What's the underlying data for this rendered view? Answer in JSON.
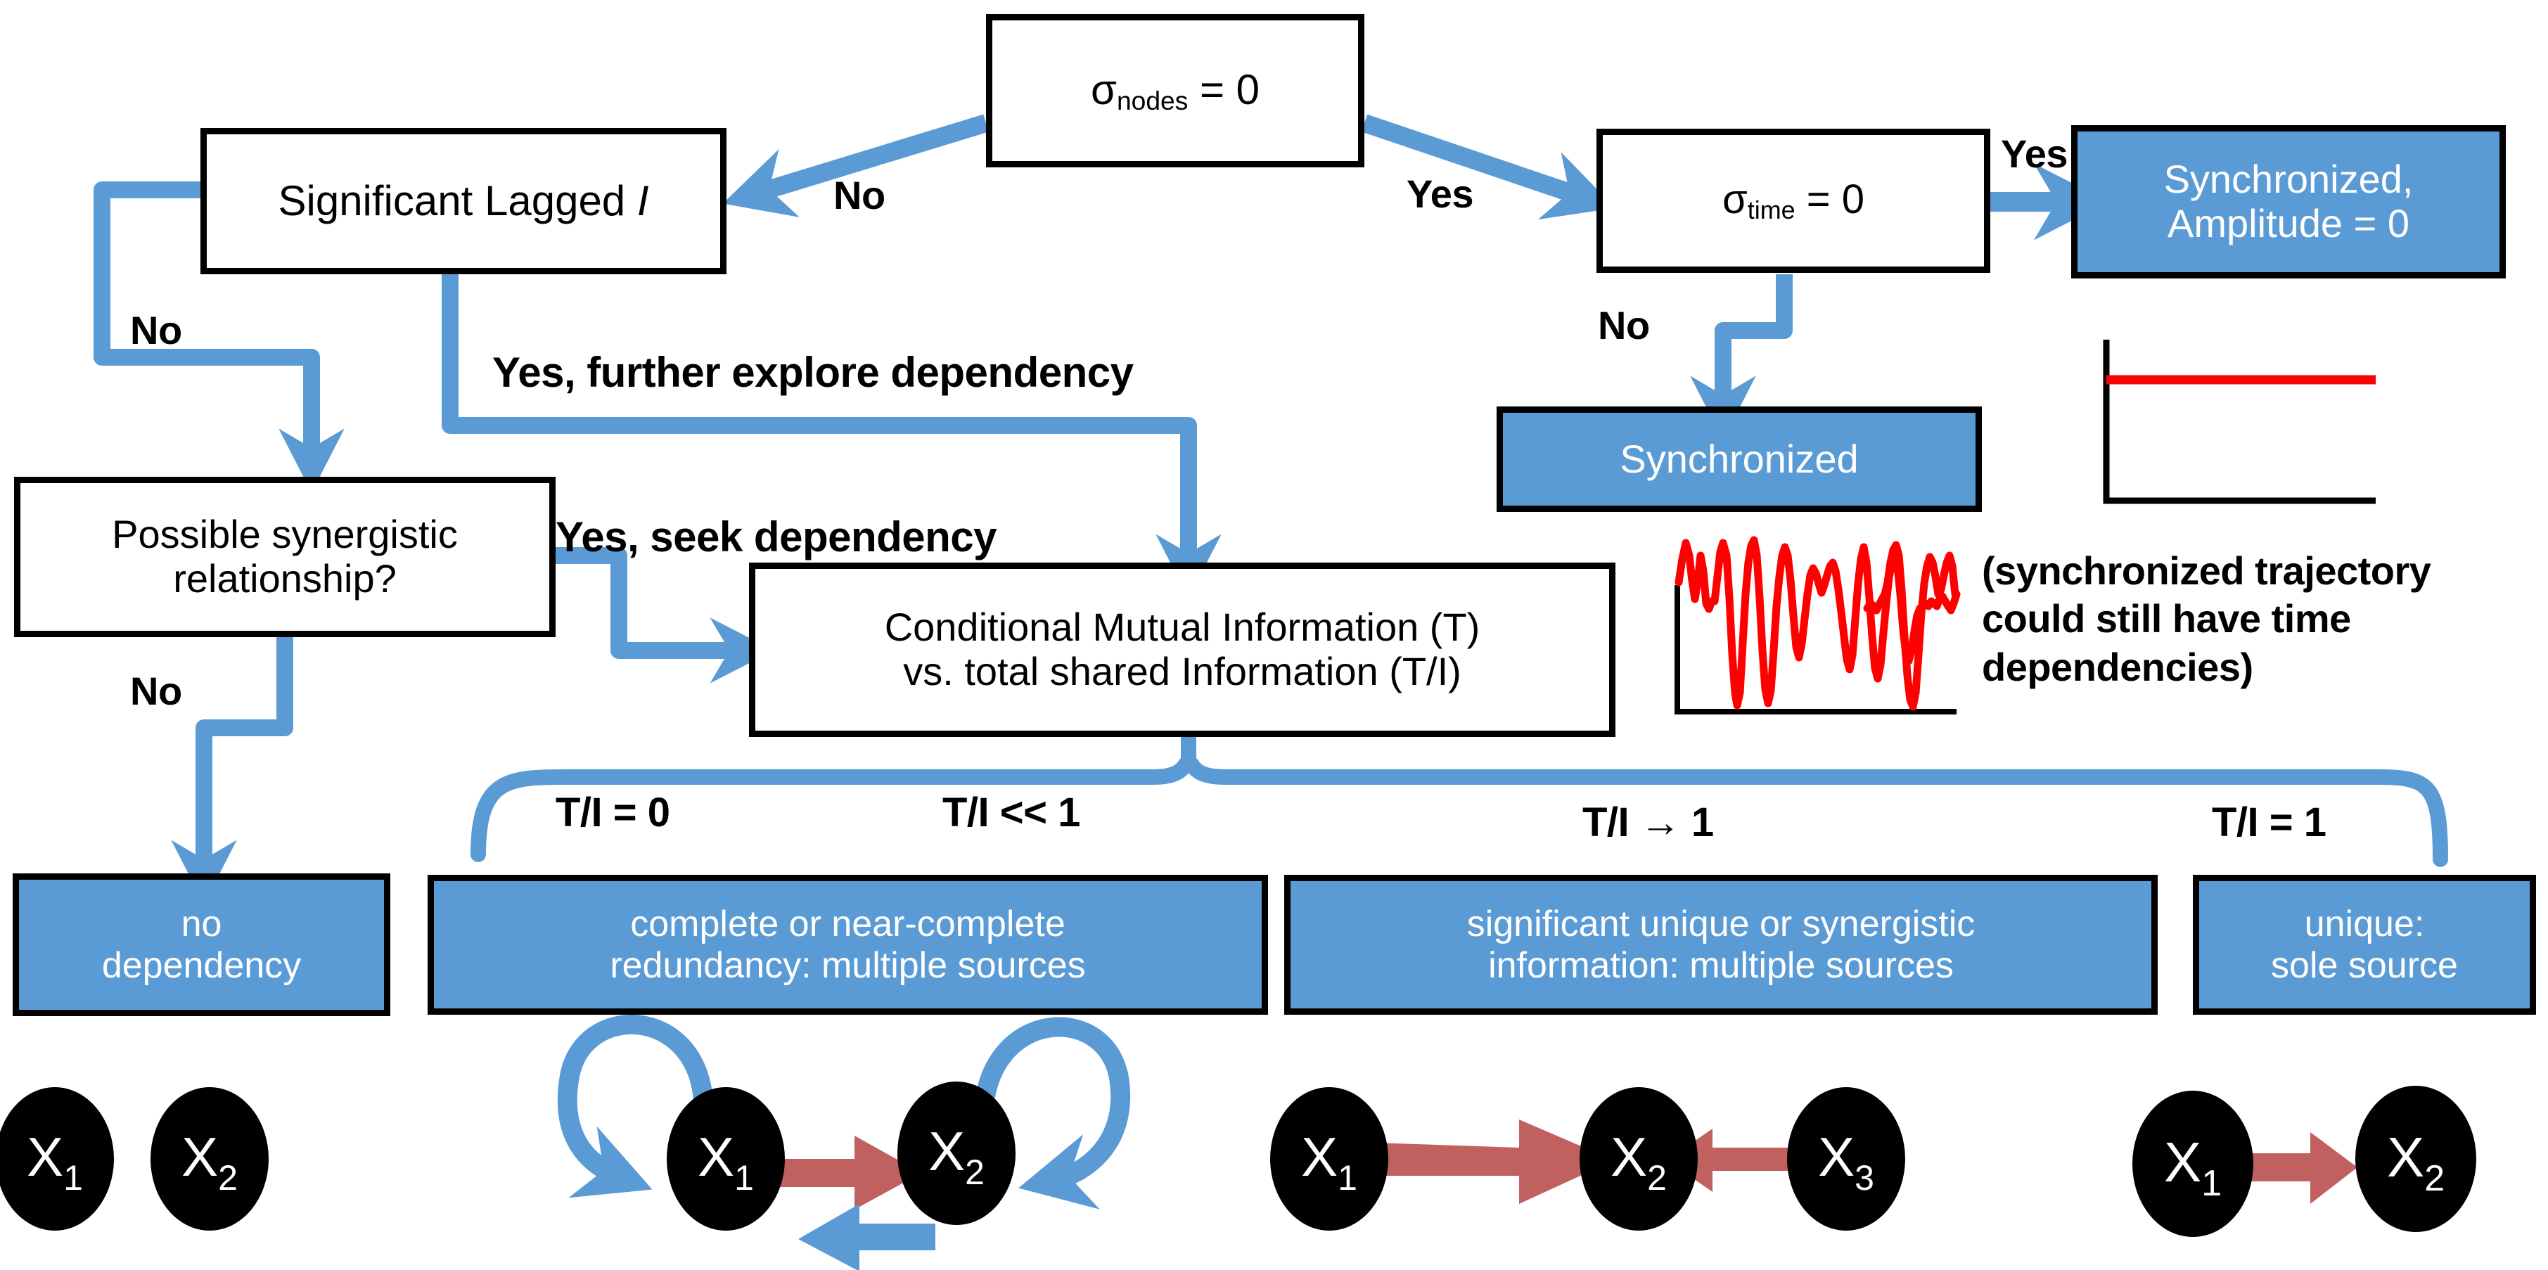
{
  "colors": {
    "blue_fill": "#5B9BD5",
    "blue_arrow": "#5B9BD5",
    "red_arrow": "#C0605F",
    "trajectory_red": "#FF0000",
    "node_black": "#000000",
    "box_border": "#000000"
  },
  "decision_boxes": {
    "sigma_nodes": {
      "symbol": "σ",
      "sub": "nodes",
      "rest": " = 0"
    },
    "sigma_time": {
      "symbol": "σ",
      "sub": "time",
      "rest": " = 0"
    },
    "significant_lagged": {
      "prefix": "Significant Lagged ",
      "italic": "I"
    },
    "possible_synergistic": {
      "line1": "Possible synergistic",
      "line2": "relationship?"
    },
    "cmi": {
      "line1": "Conditional Mutual Information (T)",
      "line2": "vs. total shared Information (T/I)"
    }
  },
  "outcome_boxes": {
    "synchronized_amplitude": {
      "line1": "Synchronized,",
      "line2": "Amplitude = 0"
    },
    "synchronized": {
      "line1": "Synchronized"
    },
    "no_dependency": {
      "line1": "no",
      "line2": "dependency"
    },
    "redundancy": {
      "line1": "complete or near-complete",
      "line2": "redundancy: multiple sources"
    },
    "unique_synergistic": {
      "line1": "significant unique or synergistic",
      "line2": "information: multiple sources"
    },
    "unique_sole": {
      "line1": "unique:",
      "line2": "sole source"
    }
  },
  "edge_labels": {
    "no_from_sigma_nodes": "No",
    "yes_from_sigma_nodes": "Yes",
    "yes_from_sigma_time": "Yes",
    "no_from_sigma_time": "No",
    "no_from_significant_lagged": "No",
    "yes_further_explore": "Yes, further explore dependency",
    "yes_seek_dependency": "Yes, seek dependency",
    "no_from_synergistic": "No",
    "ti_eq_0": "T/I = 0",
    "ti_ll_1": "T/I << 1",
    "ti_to_1": "T/I → 1",
    "ti_eq_1": "T/I = 1"
  },
  "annotation": {
    "line1": "(synchronized trajectory",
    "line2": "could still have time",
    "line3": "dependencies)"
  },
  "mini_plots": {
    "flat": {
      "description": "flat-line-plot",
      "series_color": "#FF0000",
      "axes": "L-shaped"
    },
    "chaotic": {
      "description": "chaotic-oscillation-plot",
      "series_color": "#FF0000",
      "axes": "L-shaped"
    }
  },
  "node_graphs": {
    "group_no_dependency": {
      "nodes": [
        {
          "label": "X",
          "sub": "1"
        },
        {
          "label": "X",
          "sub": "2"
        }
      ],
      "edges": []
    },
    "group_redundancy": {
      "nodes": [
        {
          "label": "X",
          "sub": "1"
        },
        {
          "label": "X",
          "sub": "2"
        }
      ],
      "edges": [
        {
          "from": "X1",
          "to": "X2",
          "color": "red"
        },
        {
          "from": "X2",
          "to": "X1",
          "color": "blue"
        },
        {
          "from": "X1",
          "to": "X1",
          "color": "blue",
          "self_loop": true
        },
        {
          "from": "X2",
          "to": "X2",
          "color": "blue",
          "self_loop": true
        }
      ]
    },
    "group_synergistic": {
      "nodes": [
        {
          "label": "X",
          "sub": "1"
        },
        {
          "label": "X",
          "sub": "2"
        },
        {
          "label": "X",
          "sub": "3"
        }
      ],
      "edges": [
        {
          "from": "X1",
          "to": "X2",
          "color": "red",
          "weight": "thick"
        },
        {
          "from": "X3",
          "to": "X2",
          "color": "red",
          "weight": "thin"
        }
      ]
    },
    "group_unique": {
      "nodes": [
        {
          "label": "X",
          "sub": "1"
        },
        {
          "label": "X",
          "sub": "2"
        }
      ],
      "edges": [
        {
          "from": "X1",
          "to": "X2",
          "color": "red"
        }
      ]
    }
  }
}
